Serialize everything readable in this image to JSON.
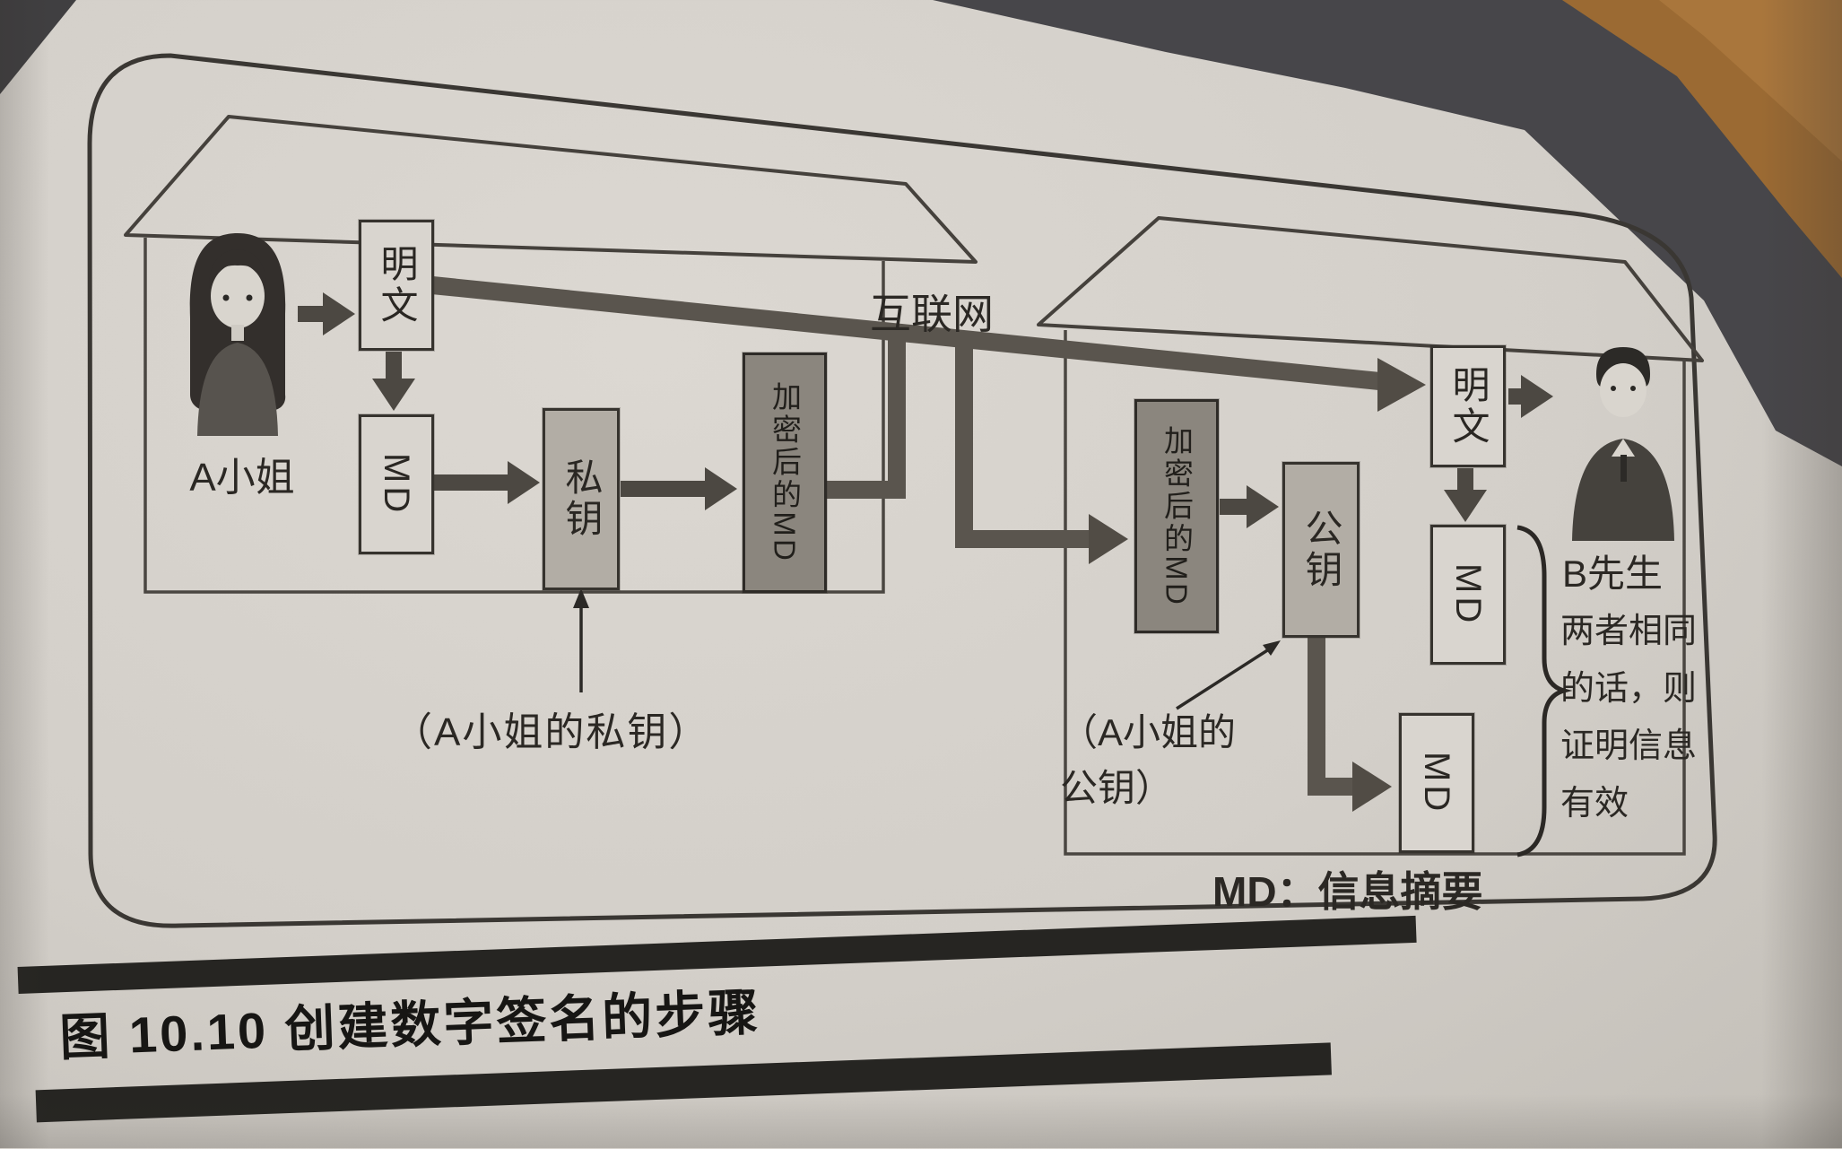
{
  "figure": {
    "caption": "图 10.10  创建数字签名的步骤",
    "internet_label": "互联网",
    "md_legend": "MD：信息摘要"
  },
  "sender": {
    "person": "A小姐",
    "plaintext_box": "明文",
    "md_box": "MD",
    "private_key_box": "私钥",
    "encrypted_md_box": "加密后的MD",
    "private_key_note": "（A小姐的私钥）"
  },
  "receiver": {
    "person": "B先生",
    "plaintext_box": "明文",
    "md_box_from_plaintext": "MD",
    "md_box_from_signature": "MD",
    "public_key_box": "公钥",
    "encrypted_md_box": "加密后的MD",
    "public_key_note_l1": "（A小姐的",
    "public_key_note_l2": "公钥）",
    "verify_note_l1": "两者相同",
    "verify_note_l2": "的话，则",
    "verify_note_l3": "证明信息",
    "verify_note_l4": "有效"
  }
}
